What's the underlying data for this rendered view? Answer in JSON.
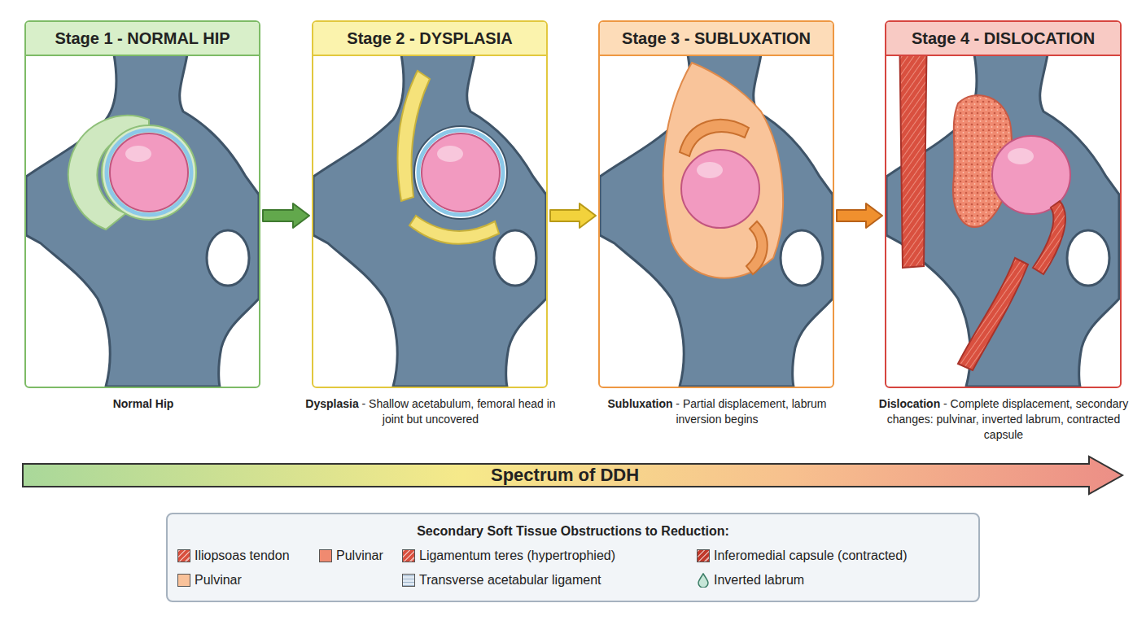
{
  "diagram": {
    "nodes": [
      {
        "text": [
          "Stage 1 - NORMAL HIP"
        ]
      },
      {
        "text": [
          "Stage 2 - DYSPLASIA"
        ]
      },
      {
        "text": [
          "Stage 3 - SUBLUXATION"
        ]
      },
      {
        "text": [
          "Stage 4 - DISLOCATION"
        ]
      },
      {
        "text": [
          "Spectrum of DDH"
        ]
      },
      {
        "text": [
          "Secondary Soft Tissue Obstructions to Reduction:"
        ]
      }
    ],
    "edges": [
      {
        "from": 0,
        "to": 1,
        "arrow": "to"
      },
      {
        "from": 1,
        "to": 2,
        "arrow": "to"
      },
      {
        "from": 2,
        "to": 3,
        "arrow": "to"
      }
    ],
    "labels": [
      "Normal Hip",
      "Dysplasia",
      "- Shallow acetabulum, femoral head in joint but uncovered",
      "Subluxation",
      "- Partial displacement, labrum inversion begins",
      "Dislocation",
      "- Complete displacement, secondary changes: pulvinar, inverted labrum, contracted capsule"
    ],
    "legend": [
      {
        "text": "Iliopsoas tendon",
        "color": "#d9503f"
      },
      {
        "text": "Pulvinar",
        "color": "#f08a70"
      },
      {
        "text": "Ligamentum teres (hypertrophied)",
        "color": "#d9503f"
      },
      {
        "text": "Inferomedial capsule (contracted)",
        "color": "#c0392b"
      },
      {
        "text": "Pulvinar",
        "color": "#f9c29a"
      },
      {
        "text": "Transverse acetabular ligament",
        "color": "#dfe8f2"
      },
      {
        "text": "Inverted labrum"
      }
    ]
  }
}
